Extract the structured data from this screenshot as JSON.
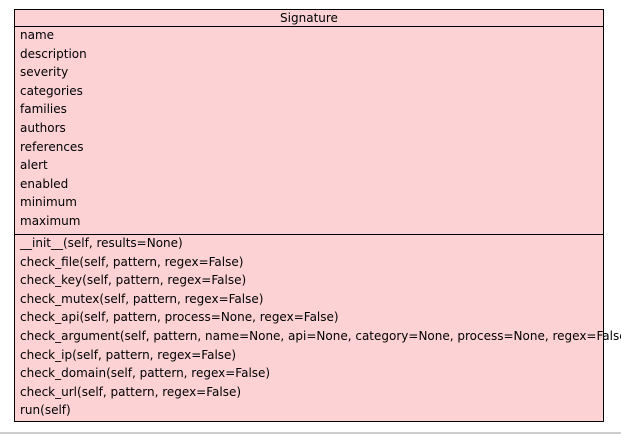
{
  "class": {
    "name": "Signature",
    "attributes": [
      "name",
      "description",
      "severity",
      "categories",
      "families",
      "authors",
      "references",
      "alert",
      "enabled",
      "minimum",
      "maximum"
    ],
    "methods": [
      "__init__(self, results=None)",
      "check_file(self, pattern, regex=False)",
      "check_key(self, pattern, regex=False)",
      "check_mutex(self, pattern, regex=False)",
      "check_api(self, pattern, process=None, regex=False)",
      "check_argument(self, pattern, name=None, api=None, category=None, process=None, regex=False)",
      "check_ip(self, pattern, regex=False)",
      "check_domain(self, pattern, regex=False)",
      "check_url(self, pattern, regex=False)",
      "run(self)"
    ]
  },
  "colors": {
    "box_fill": "#fdd2d4",
    "border": "#000000"
  }
}
